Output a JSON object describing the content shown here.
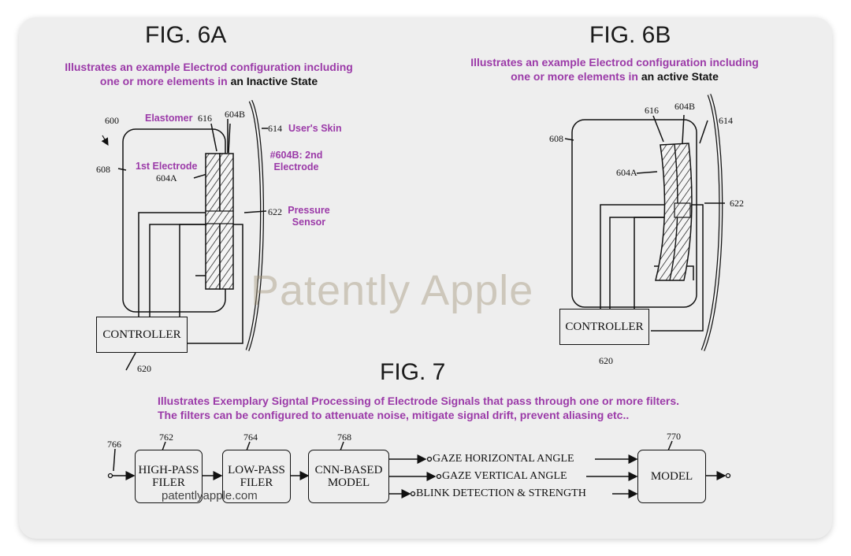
{
  "fig6a": {
    "title": "FIG. 6A",
    "caption_line1": "Illustrates an example Electrod configuration including",
    "caption_line2_pre": "one or more elements in ",
    "caption_line2_key": "an Inactive State",
    "ref_600": "600",
    "ref_608": "608",
    "ref_604A": "604A",
    "ref_616": "616",
    "ref_604B": "604B",
    "ref_614": "614",
    "ref_622": "622",
    "ref_620": "620",
    "label_elastomer": "Elastomer",
    "label_skin": "User's Skin",
    "label_electrode1": "1st Electrode",
    "label_electrode2_a": "#604B: 2nd",
    "label_electrode2_b": "Electrode",
    "label_pressure_a": "Pressure",
    "label_pressure_b": "Sensor",
    "controller": "CONTROLLER"
  },
  "fig6b": {
    "title": "FIG. 6B",
    "caption_line1": "Illustrates an example Electrod configuration including",
    "caption_line2_pre": "one or more elements in ",
    "caption_line2_key": "an active State",
    "ref_616": "616",
    "ref_604B": "604B",
    "ref_614": "614",
    "ref_608": "608",
    "ref_604A": "604A",
    "ref_622": "622",
    "ref_620": "620",
    "controller": "CONTROLLER"
  },
  "fig7": {
    "title": "FIG. 7",
    "caption_line1": "Illustrates Exemplary Signtal Processing of Electrode Signals that pass through one or more filters.",
    "caption_line2": "The filters can be configured to attenuate noise, mitigate signal drift, prevent aliasing etc..",
    "ref_766": "766",
    "ref_762": "762",
    "ref_764": "764",
    "ref_768": "768",
    "ref_770": "770",
    "box_highpass_1": "HIGH-PASS",
    "box_highpass_2": "FILER",
    "box_lowpass_1": "LOW-PASS",
    "box_lowpass_2": "FILER",
    "box_cnn_1": "CNN-BASED",
    "box_cnn_2": "MODEL",
    "box_model": "MODEL",
    "signal_1": "GAZE HORIZONTAL ANGLE",
    "signal_2": "GAZE VERTICAL ANGLE",
    "signal_3": "BLINK DETECTION & STRENGTH"
  },
  "watermark": "Patently Apple",
  "watermark_url": "patentlyapple.com"
}
